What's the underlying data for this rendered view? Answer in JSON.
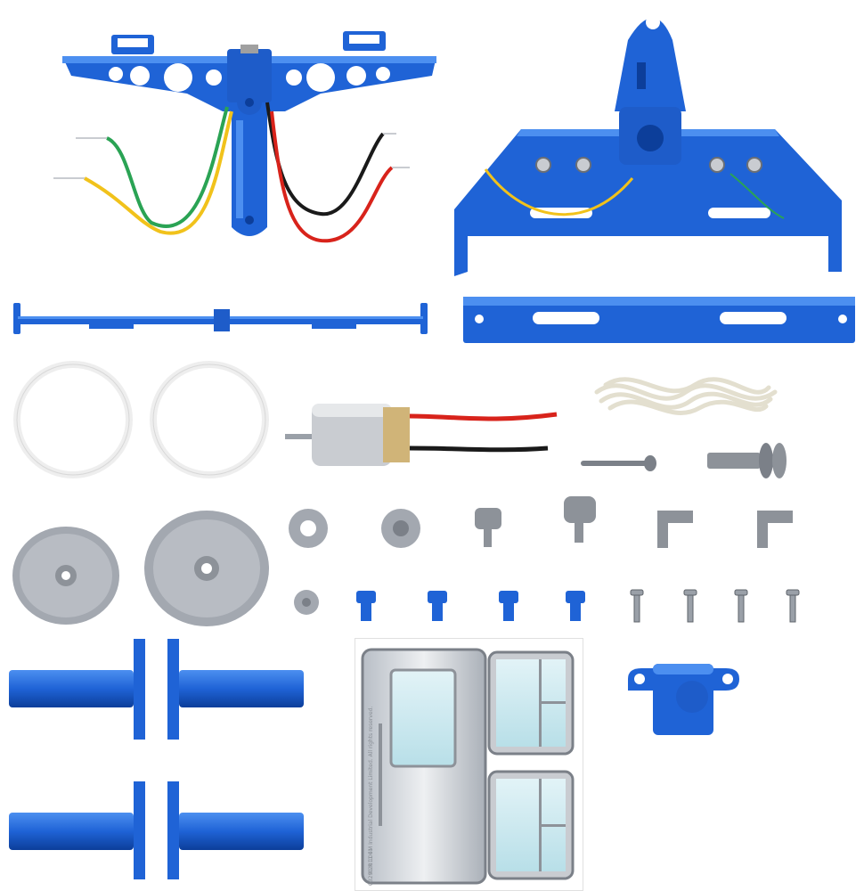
{
  "colors": {
    "blue_plastic": "#1f63d6",
    "blue_light": "#4c8ff0",
    "blue_dark": "#0c3e9a",
    "grey_plastic": "#a3a8b0",
    "grey_dark": "#7b8088",
    "white_band": "#f4f4f4",
    "wire_red": "#d8231b",
    "wire_black": "#1a1a1a",
    "wire_green": "#2aa354",
    "wire_yellow": "#f1c21b",
    "string": "#f3f1e6",
    "metal": "#c9ccd1"
  },
  "parts": [
    {
      "id": "top-frame-with-wires",
      "icon": "blue-frame"
    },
    {
      "id": "lower-frame-with-contacts",
      "icon": "blue-frame"
    },
    {
      "id": "axle-rod",
      "icon": "blue-rod"
    },
    {
      "id": "cross-bar",
      "icon": "blue-bar"
    },
    {
      "id": "rubber-band-1",
      "icon": "band-ring"
    },
    {
      "id": "rubber-band-2",
      "icon": "band-ring"
    },
    {
      "id": "motor-with-leads",
      "icon": "dc-motor"
    },
    {
      "id": "string-bundle",
      "icon": "string"
    },
    {
      "id": "pin",
      "icon": "metal-pin"
    },
    {
      "id": "spool-pulley",
      "icon": "spool"
    },
    {
      "id": "wheel-1",
      "icon": "grey-wheel"
    },
    {
      "id": "wheel-2",
      "icon": "grey-wheel"
    },
    {
      "id": "grey-rings",
      "icon": "grey-ring"
    },
    {
      "id": "grey-hooks",
      "icon": "grey-hook"
    },
    {
      "id": "blue-pegs",
      "icon": "blue-peg"
    },
    {
      "id": "screws",
      "icon": "screw"
    },
    {
      "id": "blue-tubes",
      "icon": "blue-tube"
    },
    {
      "id": "door-sticker-sheet",
      "icon": "sticker"
    },
    {
      "id": "blue-motor-housing",
      "icon": "housing"
    }
  ],
  "sticker": {
    "line1": "©2011 4M Industrial Development Limited. All rights reserved.",
    "line2": "03290   R 1001"
  }
}
